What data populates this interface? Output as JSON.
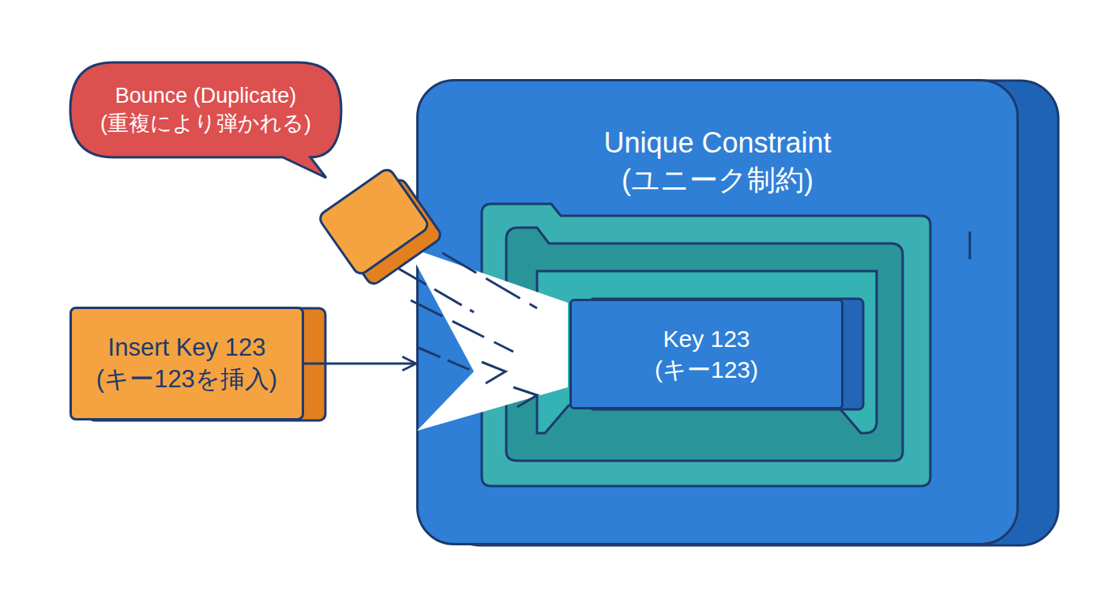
{
  "diagram": {
    "nodes": [
      {
        "text": [
          "Bounce (Duplicate)",
          "(重複により弾かれる)"
        ]
      },
      {
        "text": [
          "Unique Constraint",
          "(ユニーク制約)"
        ]
      },
      {
        "text": [
          "Key 123",
          "(キー123)"
        ],
        "in": 1
      },
      {
        "text": [
          "Insert Key 123",
          "(キー123を挿入)"
        ]
      }
    ],
    "edges": [
      {
        "from": 3,
        "to": 1,
        "arrow": "to"
      }
    ]
  }
}
